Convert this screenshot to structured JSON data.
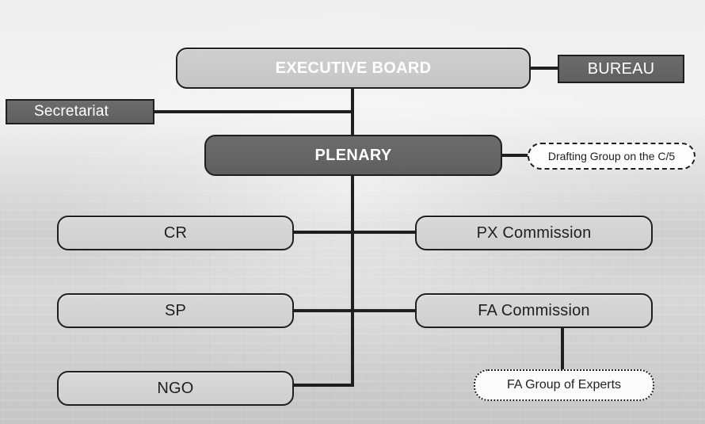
{
  "diagram": {
    "nodes": {
      "executive_board": "EXECUTIVE BOARD",
      "bureau": "BUREAU",
      "secretariat": "Secretariat",
      "plenary": "PLENARY",
      "drafting_group": "Drafting Group on the C/5",
      "cr": "CR",
      "px_commission": "PX Commission",
      "sp": "SP",
      "fa_commission": "FA Commission",
      "ngo": "NGO",
      "fa_group_of_experts": "FA Group of Experts"
    },
    "colors": {
      "line": "#1f1f1f",
      "light_box": "#d6d6d6",
      "dark_box": "#5f5f5f"
    }
  }
}
